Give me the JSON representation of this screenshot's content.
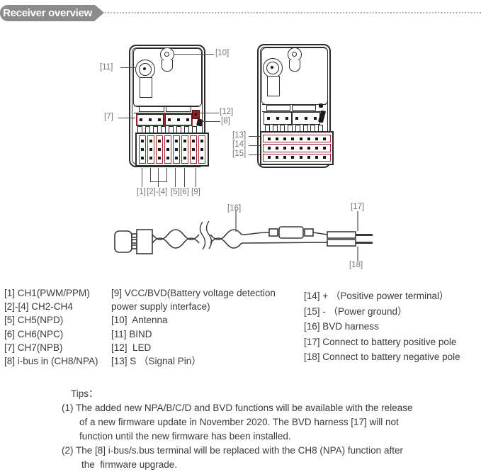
{
  "header": {
    "title": "Receiver overview"
  },
  "callouts": {
    "c1": "[1]",
    "c2_4": "[2]-[4]",
    "c5": "[5]",
    "c6": "[6]",
    "c7": "[7]",
    "c8": "[8]",
    "c9": "[9]",
    "c10": "[10]",
    "c11": "[11]",
    "c12": "[12]",
    "c13": "[13]",
    "c14": "[14]",
    "c15": "[15]",
    "c16": "[16]",
    "c17": "[17]",
    "c18": "[18]"
  },
  "legend": {
    "col1": [
      "[1] CH1(PWM/PPM)",
      "[2]-[4] CH2-CH4",
      "[5] CH5(NPD)",
      "[6] CH6(NPC)",
      "[7] CH7(NPB)",
      "[8] i-bus in (CH8/NPA)"
    ],
    "col2": [
      "[9] VCC/BVD(Battery voltage detection",
      "power supply interface)",
      "[10]  Antenna",
      "[11] BIND",
      "[12]  LED",
      "[13] S （Signal Pin）"
    ],
    "col3": [
      "[14] + （Positive power terminal）",
      "[15] - （Power ground）",
      "[16] BVD harness",
      "[17] Connect to battery positive pole",
      "[18] Connect to battery negative pole"
    ]
  },
  "tips": {
    "heading": "Tips：",
    "lines": [
      "(1) The added new NPA/B/C/D and BVD functions will be available with the release",
      "of a new firmware update in November 2020. The BVD harness [17] will not",
      "function until the new firmware has been installed.",
      "(2) The [8] i-bus/s.bus terminal will be replaced with the CH8 (NPA) function after",
      "the  firmware upgrade."
    ]
  },
  "colors": {
    "accent_red": "#a12a2e",
    "banner_gray": "#8b8b8b"
  }
}
